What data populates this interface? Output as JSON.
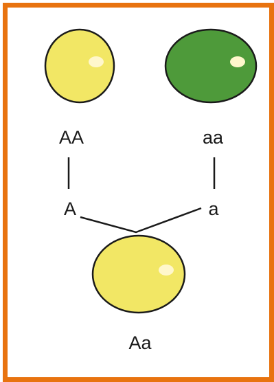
{
  "colors": {
    "frame": "#e8730f",
    "yellow_pea": "#f2e765",
    "green_pea": "#4e9a3a",
    "highlight": "#fff7cc",
    "outline": "#1a1a1a",
    "background": "#ffffff"
  },
  "parents": [
    {
      "genotype": "AA",
      "gamete": "A",
      "pea_color": "yellow"
    },
    {
      "genotype": "aa",
      "gamete": "a",
      "pea_color": "green"
    }
  ],
  "offspring": {
    "genotype": "Aa",
    "pea_color": "yellow"
  }
}
